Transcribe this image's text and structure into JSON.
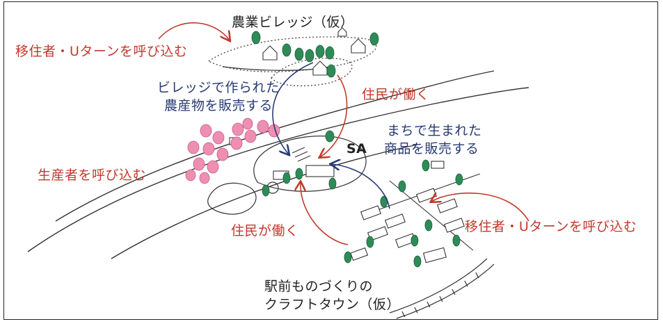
{
  "labels": {
    "village_title": "農業ビレッジ（仮）",
    "attract_top": "移住者・Uターンを呼び込む",
    "village_products_line1": "ビレッジで作られた",
    "village_products_line2": "農産物を販売する",
    "residents_work_top": "住民が働く",
    "town_products_line1": "まちで生まれた",
    "town_products_line2": "商品を販売する",
    "sa": "SA",
    "attract_producers": "生産者を呼び込む",
    "residents_work_bottom": "住民が働く",
    "attract_right": "移住者・Uターンを呼び込む",
    "craft_town_line1": "駅前ものづくりの",
    "craft_town_line2": "クラフトタウン（仮）"
  },
  "colors": {
    "red_text": "#c0392b",
    "blue_text": "#283a73",
    "tree_green": "#2e8b57",
    "blossom_pink": "#ee8fb2",
    "sketch_line": "#333333"
  }
}
